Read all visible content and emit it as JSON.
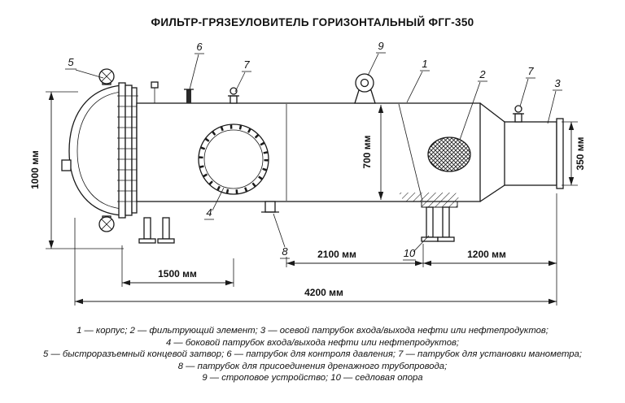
{
  "title": "ФИЛЬТР-ГРЯЗЕУЛОВИТЕЛЬ ГОРИЗОНТАЛЬНЫЙ ФГГ-350",
  "dims": {
    "d1000": "1000 мм",
    "d700": "700 мм",
    "d350": "350 мм",
    "d2100": "2100 мм",
    "d1200": "1200 мм",
    "d1500": "1500 мм",
    "d4200": "4200 мм"
  },
  "parts": {
    "p1": "1",
    "p2": "2",
    "p3": "3",
    "p4": "4",
    "p5": "5",
    "p6": "6",
    "p7": "7",
    "p8": "8",
    "p9": "9",
    "p10": "10"
  },
  "legend": {
    "line1": "1 — корпус; 2 — фильтрующий элемент; 3 — осевой патрубок входа/выхода нефти или нефтепродуктов;",
    "line2": "4 — боковой патрубок входа/выхода нефти или нефтепродуктов;",
    "line3": "5 — быстроразъемный концевой затвор; 6 — патрубок для контроля давления; 7 — патрубок для установки манометра;",
    "line4": "8 — патрубок для присоединения дренажного трубопровода;",
    "line5": "9 — строповое устройство; 10 — седловая опора"
  }
}
